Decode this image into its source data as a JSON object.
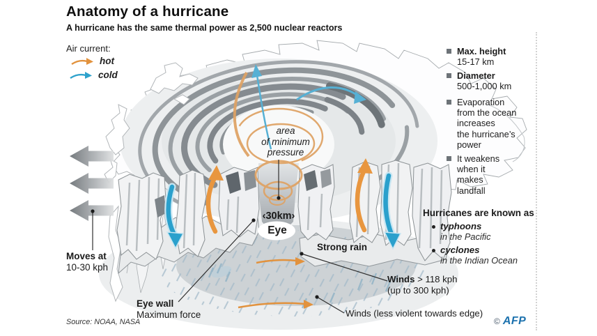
{
  "header": {
    "title": "Anatomy of a hurricane",
    "subtitle": "A hurricane has the same thermal power as 2,500 nuclear reactors"
  },
  "legend": {
    "title": "Air current:",
    "hot_label": "hot",
    "cold_label": "cold"
  },
  "facts": {
    "f1_title": "Max. height",
    "f1_value": "15-17 km",
    "f2_title": "Diameter",
    "f2_value": "500-1,000 km",
    "f3_text": "Evaporation\nfrom the ocean\nincreases\nthe hurricane’s\npower",
    "f4_text": "It weakens\nwhen it\nmakes\nlandfall"
  },
  "known_as": {
    "title": "Hurricanes are known as",
    "item1_name": "typhoons",
    "item1_where": "in the Pacific",
    "item2_name": "cyclones",
    "item2_where": "in the Indian Ocean"
  },
  "labels": {
    "min_pressure": "area\nof minimum\npressure",
    "eye_width": "‹30km›",
    "eye": "Eye",
    "strong_rain": "Strong rain",
    "winds_core_bold": "Winds",
    "winds_core_rest": " > 118 kph",
    "winds_core_sub": "(up to 300 kph)",
    "winds_edge": "Winds (less violent towards edge)",
    "eye_wall": "Eye wall",
    "eye_wall_sub": "Maximum force",
    "moves": "Moves at",
    "moves_sub": "10-30 kph"
  },
  "footer": {
    "source": "Source: NOAA, NASA",
    "credit_mark": "©",
    "credit_name": "AFP"
  },
  "colors": {
    "hot_orange": "#e2923d",
    "cold_blue": "#2ea2cc",
    "cloud_gray": "#8e9498",
    "afp_blue": "#1d72ae"
  }
}
